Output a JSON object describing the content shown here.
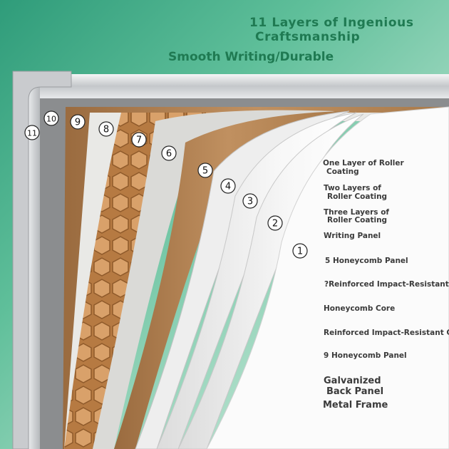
{
  "heading": {
    "line1": "11 Layers of Ingenious",
    "line2": "Craftsmanship",
    "subtitle": "Smooth Writing/Durable"
  },
  "layer_numbers": [
    "1",
    "2",
    "3",
    "4",
    "5",
    "6",
    "7",
    "8",
    "9",
    "10",
    "11"
  ],
  "labels": {
    "l1a": " One Layer of Roller",
    "l1b": "Coating",
    "l2a": " Two Layers of",
    "l2b": "Roller Coating",
    "l3a": " Three Layers of",
    "l3b": "Roller Coating",
    "l4": " Writing Panel",
    "l5": "5 Honeycomb Panel",
    "l6": "?Reinforced Impact-Resistant Core",
    "l7": "Honeycomb Core",
    "l8": " Reinforced Impact-Resistant Core",
    "l9": "9 Honeycomb Panel",
    "l10a": "Galvanized",
    "l10b": "Back Panel",
    "l11": " Metal Frame"
  },
  "colors": {
    "heading": "#1f7a52",
    "cardboard": "#b98a5c",
    "honeycomb": "#c48b52",
    "felt": "#8a8a8a",
    "frame": "#c7c9cc"
  }
}
